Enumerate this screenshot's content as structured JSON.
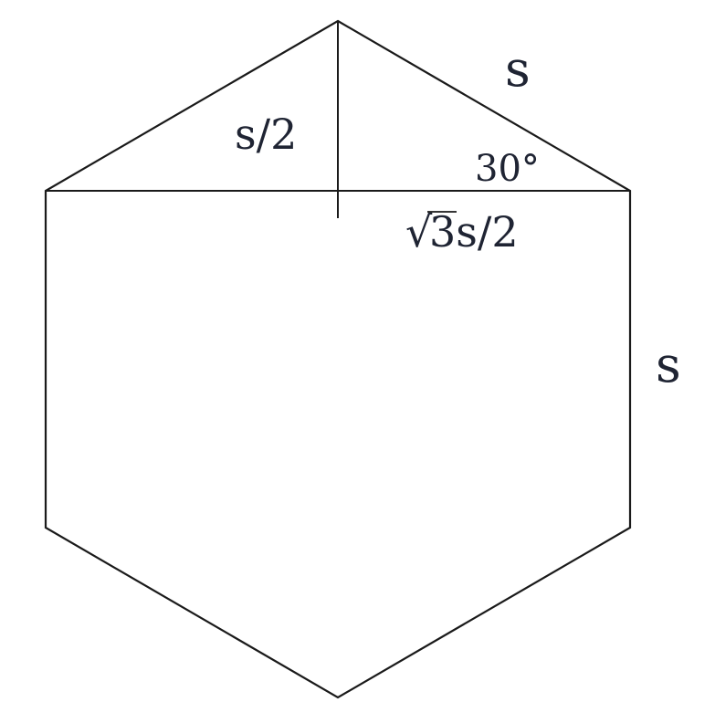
{
  "diagram": {
    "labels": {
      "side_top_right": "s",
      "side_right": "s",
      "half_side": "s/2",
      "angle": "30°",
      "half_width_radical": "√",
      "half_width_rest": "3s/2"
    }
  }
}
